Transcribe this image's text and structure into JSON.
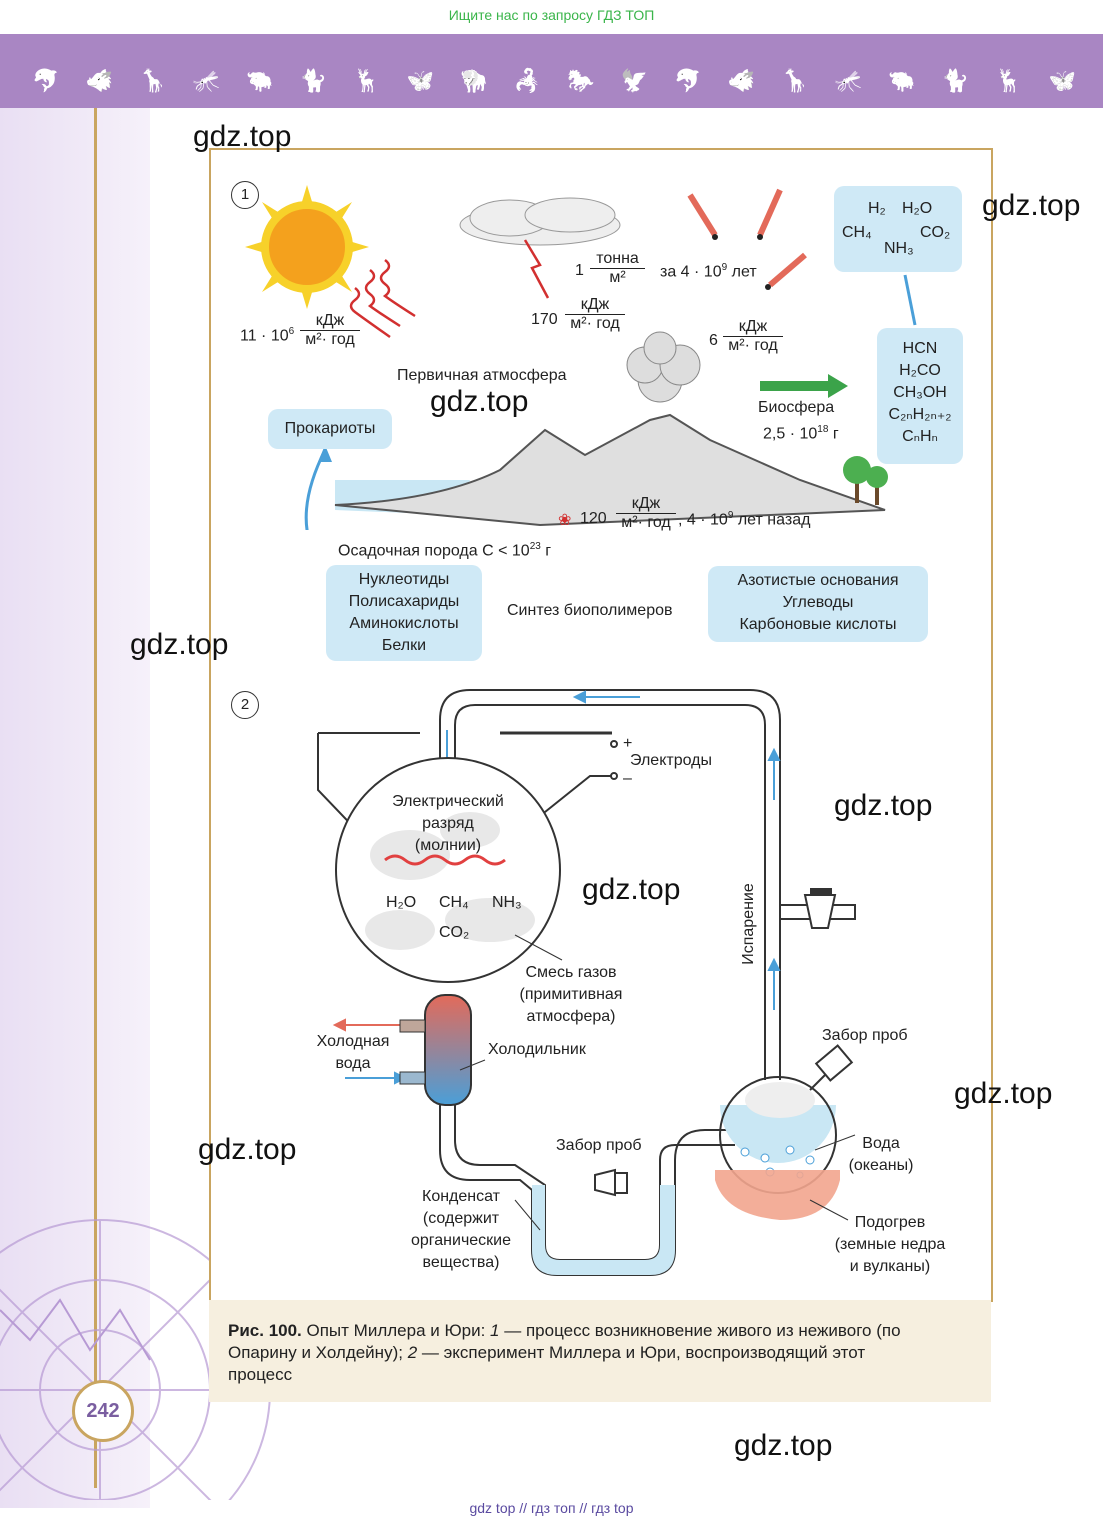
{
  "header": {
    "banner": "Ищите нас по запросу ГДЗ ТОП",
    "animals": [
      "🐬",
      "🐗",
      "🦒",
      "🦟",
      "🐃",
      "🐈",
      "🦌",
      "🦋",
      "🦬",
      "🦂",
      "🐎",
      "🦅",
      "🐬",
      "🐗",
      "🦒",
      "🦟",
      "🐃",
      "🐈",
      "🦌",
      "🦋"
    ]
  },
  "watermarks": {
    "w1": "gdz.top",
    "w2": "gdz.top",
    "w3": "gdz.top",
    "w4": "gdz.top",
    "w5": "gdz.top",
    "w6": "gdz.top",
    "w7": "gdz.top",
    "w8": "gdz.top",
    "w9": "gdz.top"
  },
  "figure1": {
    "number": "1",
    "sun_energy": {
      "coef": "11 · 10",
      "exp": "6",
      "num": "кДж",
      "den": "м²· год"
    },
    "ton": {
      "coef": "1",
      "num": "тонна",
      "den": "м²",
      "suffix": "за 4 · 10",
      "suffix_exp": "9",
      "suffix_end": "лет"
    },
    "lightning": {
      "coef": "170",
      "num": "кДж",
      "den": "м²· год"
    },
    "volcano_energy": {
      "coef": "6",
      "num": "кДж",
      "den": "м²· год"
    },
    "primary_atmosphere": "Первичная атмосфера",
    "biosphere": "Биосфера",
    "biosphere_mass": "2,5 · 10",
    "biosphere_exp": "18",
    "biosphere_unit": "г",
    "radioactive": {
      "coef": "120",
      "num": "кДж",
      "den": "м²· год",
      "suffix": ", 4 · 10",
      "suffix_exp": "9",
      "suffix_end": "лет назад"
    },
    "sediment": "Осадочная порода С < 10",
    "sediment_exp": "23",
    "sediment_unit": "г",
    "gases_box": {
      "h2": "H₂",
      "h2o": "H₂O",
      "ch4": "CH₄",
      "co2": "CO₂",
      "nh3": "NH₃"
    },
    "organics_box": [
      "HCN",
      "H₂CO",
      "CH₃OH",
      "C₂ₙH₂ₙ₊₂",
      "CₙHₙ"
    ],
    "prokaryotes": "Прокариоты",
    "monomers_box": [
      "Нуклеотиды",
      "Полисахариды",
      "Аминокислоты",
      "Белки"
    ],
    "synthesis": "Синтез биополимеров",
    "bases_box": [
      "Азотистые основания",
      "Углеводы",
      "Карбоновые кислоты"
    ]
  },
  "figure2": {
    "number": "2",
    "electrodes": "Электроды",
    "plus": "+",
    "minus": "–",
    "discharge": [
      "Электрический",
      "разряд",
      "(молнии)"
    ],
    "gases": {
      "h2o": "H₂O",
      "ch4": "CH₄",
      "nh3": "NH₃",
      "co2": "CO₂"
    },
    "gas_mix": [
      "Смесь газов",
      "(примитивная",
      "атмосфера)"
    ],
    "cold_water": [
      "Холодная",
      "вода"
    ],
    "condenser": "Холодильник",
    "evaporation": "Испарение",
    "sampling_top": "Забор проб",
    "sampling_bottom": "Забор проб",
    "water": [
      "Вода",
      "(океаны)"
    ],
    "heating": [
      "Подогрев",
      "(земные недра",
      "и вулканы)"
    ],
    "condensate": [
      "Конденсат",
      "(содержит",
      "органические",
      "вещества)"
    ]
  },
  "caption": {
    "label": "Рис. 100.",
    "text_a": " Опыт Миллера и Юри: ",
    "n1": "1",
    "text_b": " — процесс возникновение живого из неживого (по Опарину и Холдейну); ",
    "n2": "2",
    "text_c": " — эксперимент Миллера и Юри, воспроизводящий этот процесс"
  },
  "page_number": "242",
  "footer": "gdz top  //  гдз топ  //  гдз top"
}
